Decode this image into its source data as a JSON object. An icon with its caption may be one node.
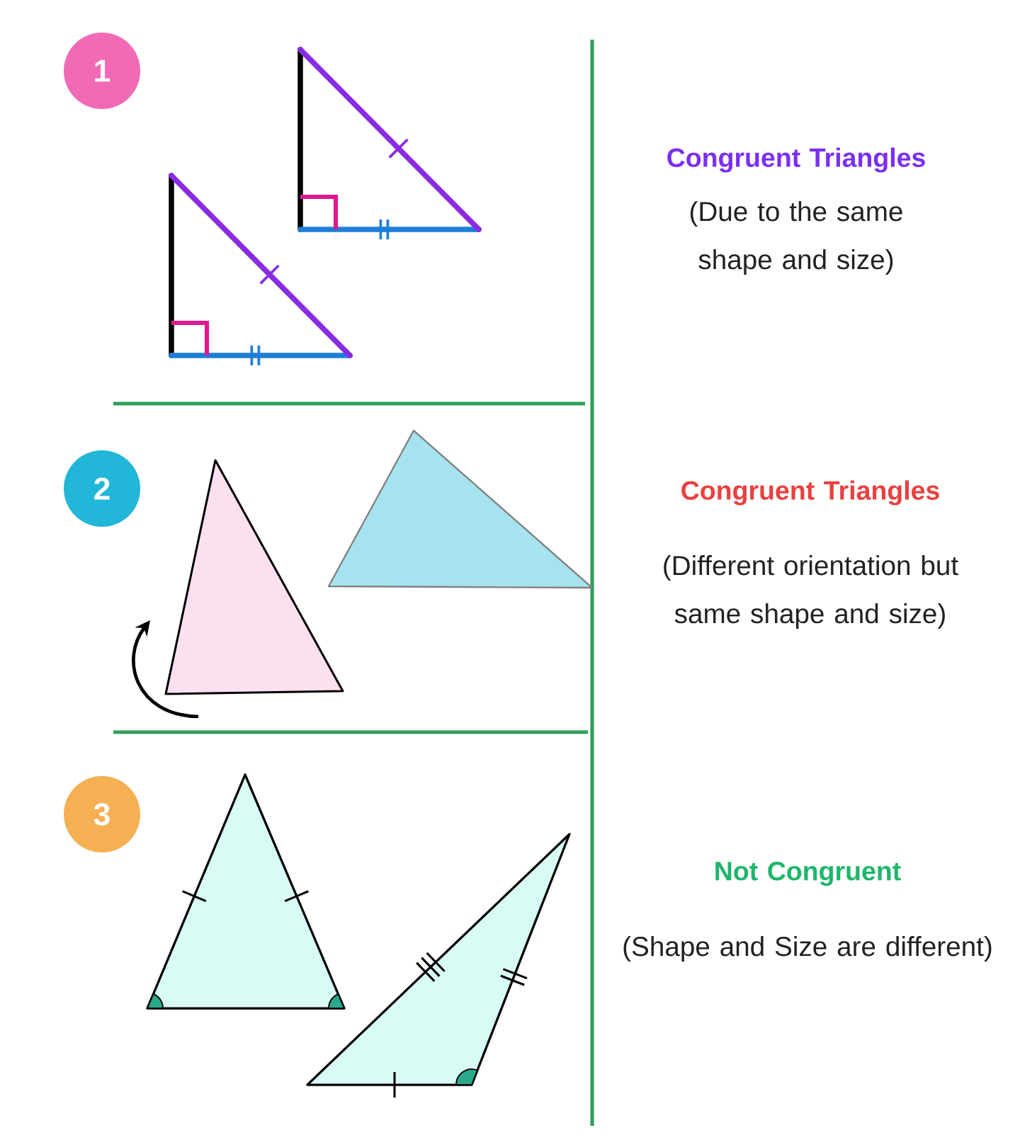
{
  "diagram": {
    "nodes": [
      {
        "text": [
          "1"
        ]
      },
      {
        "text": [
          "2"
        ]
      },
      {
        "text": [
          "3"
        ]
      }
    ],
    "labels": [
      "Congruent Triangles",
      "(Due to the same shape and size)",
      "Congruent Triangles",
      "(Different orientation but same shape and size)",
      "Not Congruent",
      "(Shape and Size are different)"
    ]
  }
}
